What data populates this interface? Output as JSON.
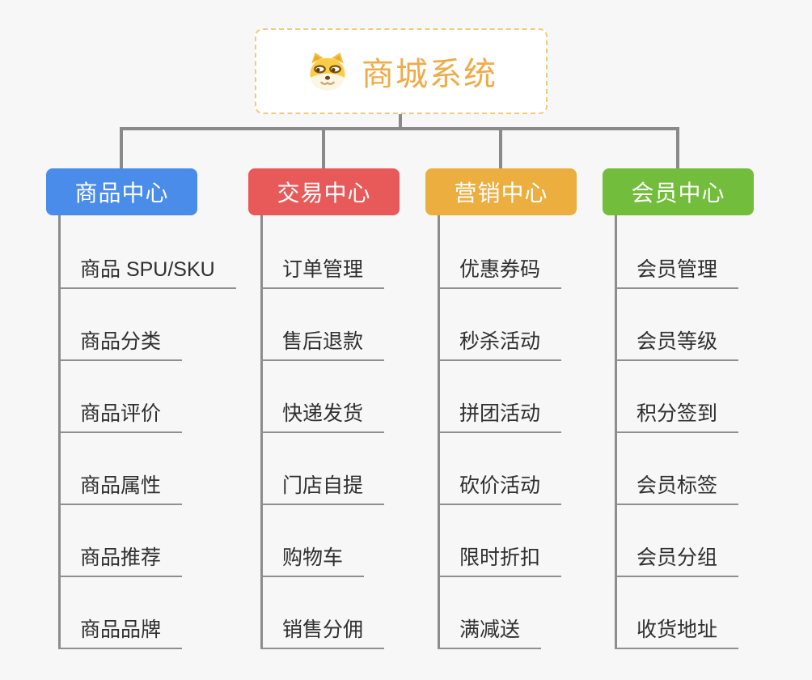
{
  "app": {
    "background_color": "#f7f7f7",
    "connector_color": "#8a8a8a"
  },
  "root": {
    "title": "商城系统",
    "icon": "dog-face-icon",
    "title_color": "#efab47",
    "border_color": "#f3c97e"
  },
  "branches": [
    {
      "label": "商品中心",
      "color": "#4a8cea",
      "children": [
        "商品 SPU/SKU",
        "商品分类",
        "商品评价",
        "商品属性",
        "商品推荐",
        "商品品牌"
      ]
    },
    {
      "label": "交易中心",
      "color": "#e85a5a",
      "children": [
        "订单管理",
        "售后退款",
        "快递发货",
        "门店自提",
        "购物车",
        "销售分佣"
      ]
    },
    {
      "label": "营销中心",
      "color": "#ebae3f",
      "children": [
        "优惠券码",
        "秒杀活动",
        "拼团活动",
        "砍价活动",
        "限时折扣",
        "满减送"
      ]
    },
    {
      "label": "会员中心",
      "color": "#72be3c",
      "children": [
        "会员管理",
        "会员等级",
        "积分签到",
        "会员标签",
        "会员分组",
        "收货地址"
      ]
    }
  ]
}
